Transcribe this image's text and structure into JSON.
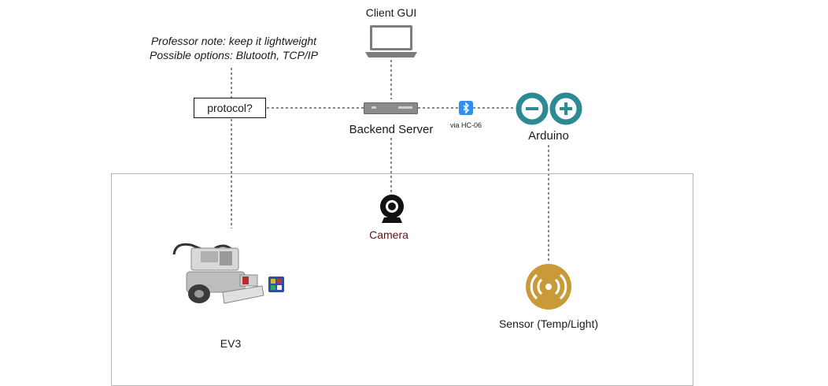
{
  "note": {
    "line1": "Professor note: keep it lightweight",
    "line2": "Possible options: Blutooth, TCP/IP"
  },
  "nodes": {
    "client_gui": "Client GUI",
    "protocol": "protocol?",
    "backend_server": "Backend Server",
    "bt_link": "via HC-06",
    "arduino": "Arduino",
    "camera": "Camera",
    "ev3": "EV3",
    "sensor": "Sensor (Temp/Light)"
  },
  "icons": {
    "client_gui": "laptop-icon",
    "backend_server": "server-icon",
    "bt_link": "bluetooth-icon",
    "arduino": "arduino-logo",
    "camera": "webcam-icon",
    "ev3": "ev3-robot-icon",
    "sensor": "wireless-sensor-icon"
  },
  "colors": {
    "arduino": "#2b8a94",
    "bluetooth": "#2f8ef0",
    "sensor": "#c99a38",
    "camera_label": "#5a1414"
  }
}
